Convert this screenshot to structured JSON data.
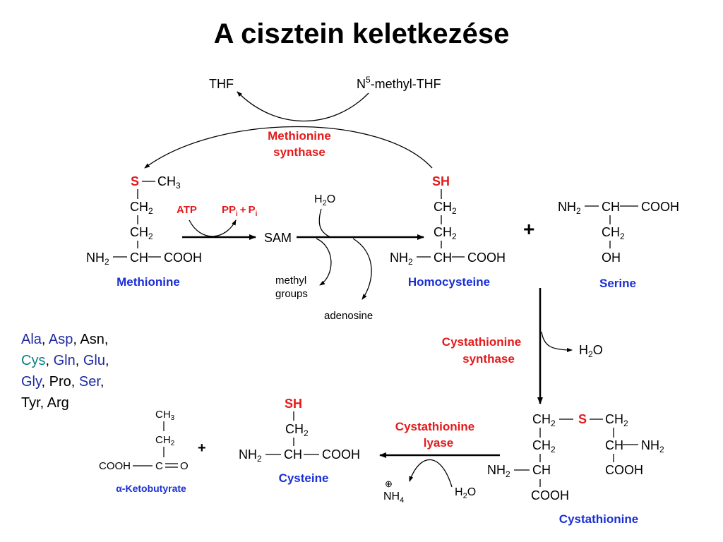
{
  "title": "A cisztein keletkezése",
  "colors": {
    "red": "#e41a1c",
    "blue": "#1a2fd6",
    "black": "#000000",
    "aa_blue": "#1f2aa0",
    "aa_teal": "#0a7f86"
  },
  "folate": {
    "thf": "THF",
    "methyl_thf_n": "N",
    "methyl_thf_sup": "5",
    "methyl_thf_rest": "-methyl-THF"
  },
  "enzymes": {
    "methionine_synthase": [
      "Methionine",
      "synthase"
    ],
    "cystathionine_synthase": [
      "Cystathionine",
      "synthase"
    ],
    "cystathionine_lyase": [
      "Cystathionine",
      "lyase"
    ]
  },
  "molecules": {
    "methionine": "Methionine",
    "homocysteine": "Homocysteine",
    "serine": "Serine",
    "cystathionine": "Cystathionine",
    "cysteine": "Cysteine",
    "ketobutyrate": "α-Ketobutyrate"
  },
  "reagents": {
    "atp": "ATP",
    "pp": "PP",
    "i": "i",
    "plus": "+",
    "p": "P",
    "sam": "SAM",
    "h2o_h": "H",
    "h2o_2": "2",
    "h2o_o": "O",
    "methyl_groups": [
      "methyl",
      "groups"
    ],
    "adenosine": "adenosine",
    "nh4": "NH",
    "nh4_sub": "4",
    "nh4_charge": "⊕"
  },
  "atoms": {
    "s": "S",
    "sh": "SH",
    "ch3": "CH",
    "ch2": "CH",
    "sub2": "2",
    "sub3": "3",
    "nh2": "NH",
    "ch": "CH",
    "cooh": "COOH",
    "oh": "OH",
    "c": "C",
    "o": "O"
  },
  "amino_acids": [
    [
      {
        "t": "Ala",
        "c": "blue"
      },
      {
        "t": ", ",
        "c": ""
      },
      {
        "t": "Asp",
        "c": "blue"
      },
      {
        "t": ", Asn,",
        "c": ""
      }
    ],
    [
      {
        "t": "Cys",
        "c": "teal"
      },
      {
        "t": ", ",
        "c": ""
      },
      {
        "t": "Gln",
        "c": "blue"
      },
      {
        "t": ", ",
        "c": ""
      },
      {
        "t": "Glu",
        "c": "blue"
      },
      {
        "t": ",",
        "c": ""
      }
    ],
    [
      {
        "t": "Gly",
        "c": "blue"
      },
      {
        "t": ", Pro, ",
        "c": ""
      },
      {
        "t": "Ser",
        "c": "blue"
      },
      {
        "t": ",",
        "c": ""
      }
    ],
    [
      {
        "t": "Tyr, Arg",
        "c": ""
      }
    ]
  ],
  "plus_signs": [
    "+",
    "+"
  ]
}
